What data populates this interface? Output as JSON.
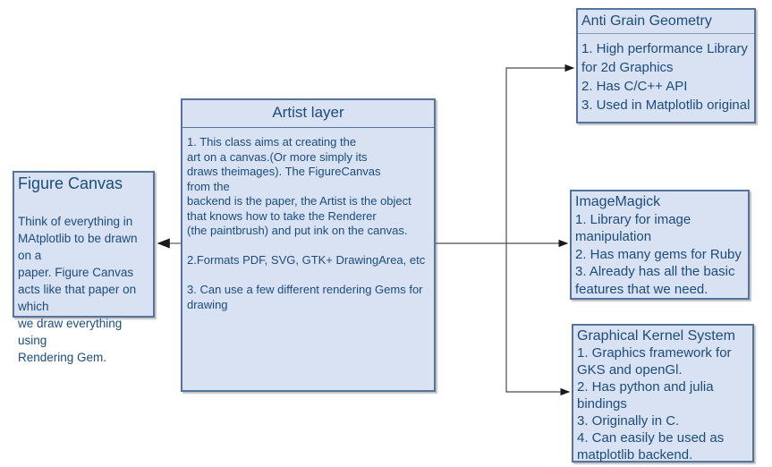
{
  "nodes": {
    "figure_canvas": {
      "title": "Figure Canvas",
      "body": "Think of everything in\nMAtplotlib to be drawn on a\npaper. Figure Canvas\nacts like that paper on which\nwe draw everything using\nRendering Gem."
    },
    "artist_layer": {
      "title": "Artist layer",
      "body": "1. This class aims at creating the\nart on a canvas.(Or more simply its\ndraws theimages). The FigureCanvas\nfrom the\nbackend is the paper, the Artist is the object\nthat knows how to take the Renderer\n(the paintbrush) and put ink on the canvas.\n\n2.Formats PDF, SVG, GTK+ DrawingArea, etc\n\n3. Can use a few different rendering Gems for\ndrawing"
    },
    "anti_grain_geometry": {
      "title": "Anti Grain Geometry",
      "body": "1. High performance Library\nfor 2d Graphics\n2. Has C/C++ API\n3. Used in Matplotlib original"
    },
    "imagemagick": {
      "title": "ImageMagick",
      "body": "1. Library for image\nmanipulation\n2. Has many gems for Ruby\n3. Already has all the basic\nfeatures that we need."
    },
    "graphical_kernel_system": {
      "title": "Graphical Kernel System",
      "body": "1. Graphics framework for\nGKS and openGl.\n2. Has python and julia\nbindings\n3. Originally in C.\n4. Can easily be used as\nmatplotlib backend."
    }
  },
  "colors": {
    "box_fill": "#d9e2f3",
    "box_border": "#54749e",
    "text": "#1b4c7e",
    "arrow": "#4d4d4d"
  }
}
